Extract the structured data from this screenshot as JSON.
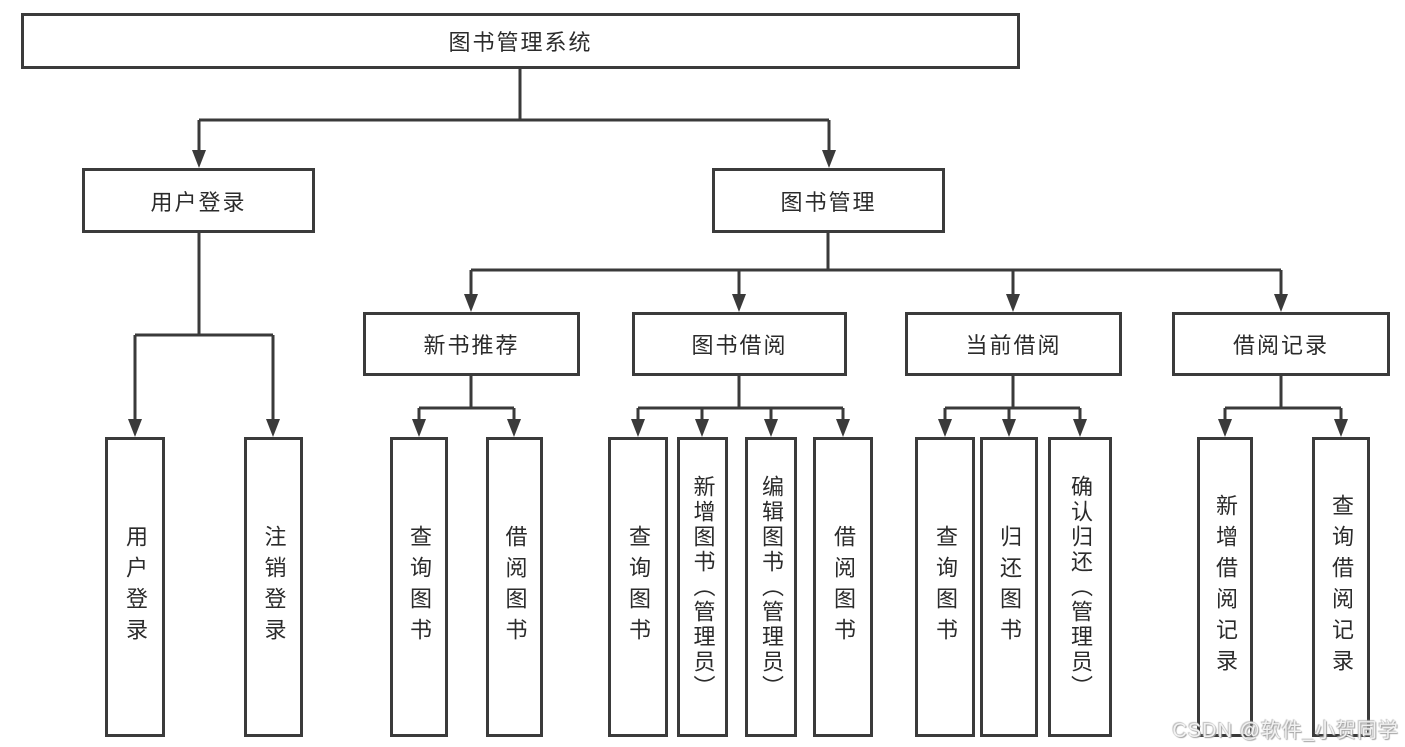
{
  "diagram": {
    "root": {
      "label": "图书管理系统"
    },
    "branches": [
      {
        "label": "用户登录",
        "children": [
          {
            "label": "用户登录"
          },
          {
            "label": "注销登录"
          }
        ]
      },
      {
        "label": "图书管理",
        "children": [
          {
            "label": "新书推荐",
            "children": [
              {
                "label": "查询图书"
              },
              {
                "label": "借阅图书"
              }
            ]
          },
          {
            "label": "图书借阅",
            "children": [
              {
                "label": "查询图书"
              },
              {
                "label": "新增图书（管理员）"
              },
              {
                "label": "编辑图书（管理员）"
              },
              {
                "label": "借阅图书"
              }
            ]
          },
          {
            "label": "当前借阅",
            "children": [
              {
                "label": "查询图书"
              },
              {
                "label": "归还图书"
              },
              {
                "label": "确认归还（管理员）"
              }
            ]
          },
          {
            "label": "借阅记录",
            "children": [
              {
                "label": "新增借阅记录"
              },
              {
                "label": "查询借阅记录"
              }
            ]
          }
        ]
      }
    ]
  },
  "watermark": {
    "text": "CSDN @软件_小贺同学"
  },
  "colors": {
    "line": "#3a3a3a",
    "box_border": "#3b3b3b",
    "text": "#2b2b2b",
    "background": "#ffffff",
    "watermark": "#c9c9c9"
  }
}
